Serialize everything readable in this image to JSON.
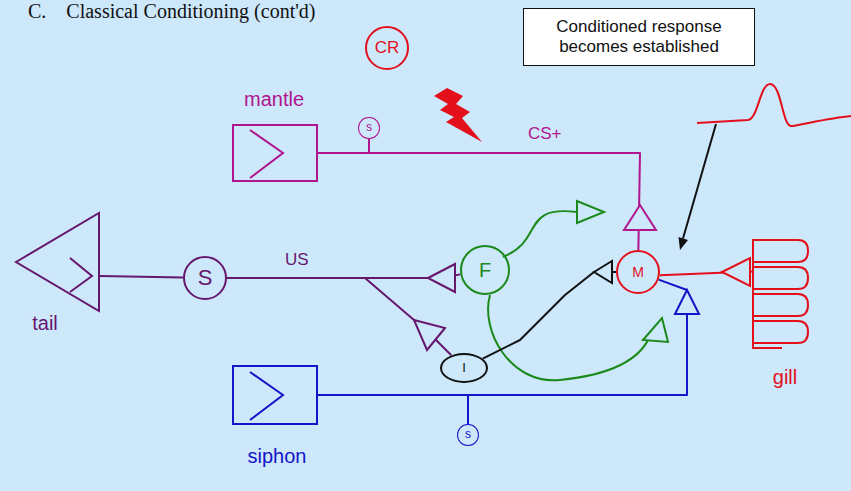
{
  "diagram": {
    "title": "C.    Classical Conditioning (cont'd)",
    "nodes": [
      {
        "text": [
          "Conditioned response becomes established"
        ]
      },
      {
        "text": [
          "CR"
        ]
      },
      {
        "text": [
          "mantle"
        ]
      },
      {
        "text": [
          "s"
        ]
      },
      {
        "text": [
          "tail"
        ]
      },
      {
        "text": [
          "S"
        ]
      },
      {
        "text": [
          "F"
        ]
      },
      {
        "text": [
          "M"
        ]
      },
      {
        "text": [
          "I"
        ]
      },
      {
        "text": [
          "siphon"
        ]
      },
      {
        "text": [
          "s"
        ]
      },
      {
        "text": [
          "gill"
        ]
      }
    ],
    "edges": [
      {
        "from": 4,
        "to": 5,
        "arrow": "none"
      },
      {
        "from": 5,
        "to": 6,
        "label": "US",
        "arrow": "none"
      },
      {
        "from": 5,
        "to": 8,
        "arrow": "none"
      },
      {
        "from": 2,
        "to": 7,
        "label": "CS+",
        "arrow": "none"
      },
      {
        "from": 9,
        "to": 7,
        "arrow": "none"
      },
      {
        "from": 8,
        "to": 7,
        "arrow": "none"
      },
      {
        "from": 7,
        "to": 11,
        "arrow": "none"
      }
    ]
  }
}
